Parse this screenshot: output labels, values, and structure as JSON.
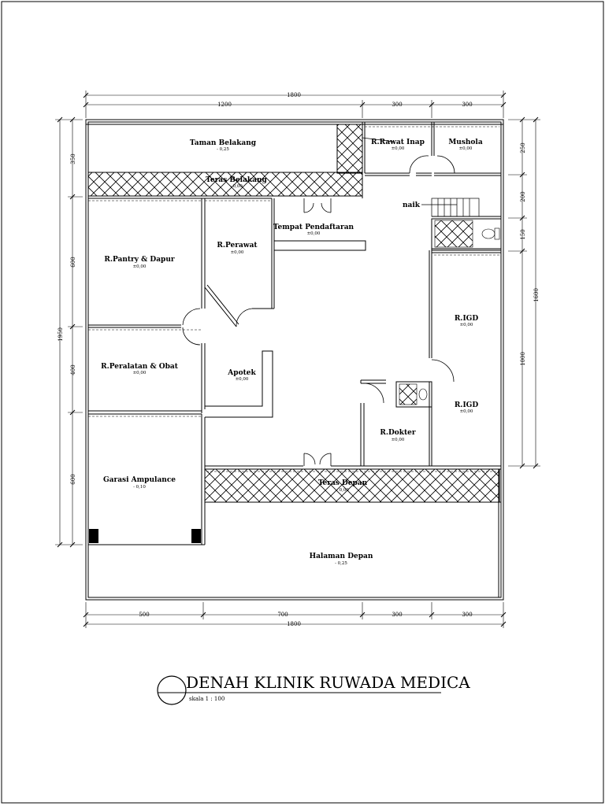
{
  "drawing": {
    "title": "DENAH KLINIK RUWADA MEDICA",
    "scale": "skala 1 : 100",
    "stair_label": "naik"
  },
  "rooms": {
    "taman_belakang": {
      "name": "Taman Belakang",
      "level": "- 0,25"
    },
    "teras_belakang": {
      "name": "Teras Belakang",
      "level": "- 0,00"
    },
    "rawat_inap": {
      "name": "R.Rawat Inap",
      "level": "±0,00"
    },
    "mushola": {
      "name": "Mushola",
      "level": "±0,00"
    },
    "pendaftaran": {
      "name": "Tempat Pendaftaran",
      "level": "±0,00"
    },
    "perawat": {
      "name": "R.Perawat",
      "level": "±0,00"
    },
    "pantry": {
      "name": "R.Pantry & Dapur",
      "level": "±0,00"
    },
    "peralatan": {
      "name": "R.Peralatan & Obat",
      "level": "±0,00"
    },
    "apotek": {
      "name": "Apotek",
      "level": "±0,00"
    },
    "igd_1": {
      "name": "R.IGD",
      "level": "±0,00"
    },
    "igd_2": {
      "name": "R.IGD",
      "level": "±0,00"
    },
    "dokter": {
      "name": "R.Dokter",
      "level": "±0,00"
    },
    "garasi": {
      "name": "Garasi Ampulance",
      "level": "- 0,10"
    },
    "teras_depan": {
      "name": "Teras Depan",
      "level": "- 0,00"
    },
    "halaman": {
      "name": "Halaman Depan",
      "level": "- 0,25"
    }
  },
  "dimensions": {
    "top_total": "1800",
    "top_a": "1200",
    "top_b": "300",
    "top_c": "300",
    "bottom_a": "500",
    "bottom_b": "700",
    "bottom_c": "300",
    "bottom_d": "300",
    "bottom_total": "1800",
    "left_total": "1950",
    "left_a": "350",
    "left_b": "600",
    "left_c": "400",
    "left_d": "600",
    "right_total": "1600",
    "right_a": "250",
    "right_b": "200",
    "right_c": "150",
    "right_d": "1000"
  }
}
